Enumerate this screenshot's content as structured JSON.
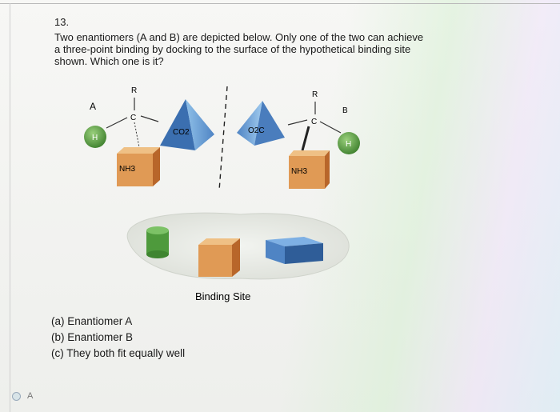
{
  "question": {
    "number": "13.",
    "text": "Two enantiomers (A and B) are depicted below. Only one of the two can achieve a three-point binding by docking to the surface of the hypothetical binding site shown. Which one is it?"
  },
  "figure": {
    "label_a": "A",
    "label_b": "B",
    "r": "R",
    "c": "C",
    "h": "H",
    "nh3": "NH3",
    "co2_left": "CO2",
    "co2_right": "O2C",
    "binding_site_label": "Binding Site"
  },
  "options": [
    "(a) Enantiomer A",
    "(b) Enantiomer B",
    "(c) They both fit equally well"
  ],
  "answer": {
    "selected": "A"
  },
  "colors": {
    "green": "#4e9a3c",
    "orange": "#d98a3a",
    "blue": "#4f84c4"
  }
}
